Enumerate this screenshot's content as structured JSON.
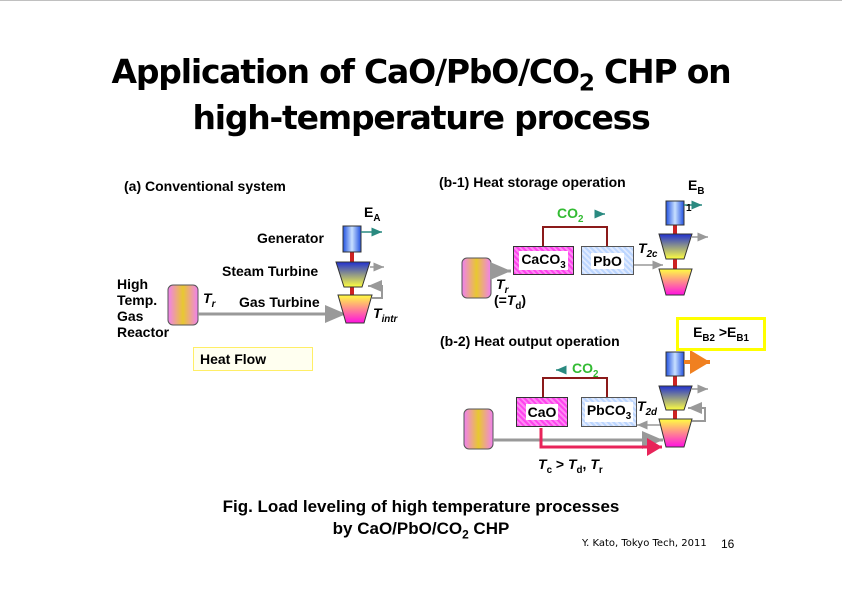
{
  "slide": {
    "title_line1_pre": "Application of CaO/PbO/CO",
    "title_line1_sub": "2",
    "title_line1_post": " CHP on",
    "title_line2": "high-temperature process",
    "footer": "Y. Kato, Tokyo Tech, 2011",
    "page_number": "16"
  },
  "panel_a": {
    "heading": "(a) Conventional system",
    "energy_label": "E",
    "energy_sub": "A",
    "generator": "Generator",
    "steam_turbine": "Steam Turbine",
    "gas_turbine": "Gas Turbine",
    "reactor": [
      "High",
      "Temp.",
      "Gas",
      "Reactor"
    ],
    "tr": "T",
    "tr_sub": "r",
    "tintr": "T",
    "tintr_sub": "intr",
    "legend": "Heat Flow"
  },
  "panel_b1": {
    "heading": "(b-1) Heat storage operation",
    "energy_label": "E",
    "energy_sub": "B",
    "energy_index": "1",
    "co2": "CO",
    "co2_sub": "2",
    "co2_arrow": "→",
    "box_left": "CaCO",
    "box_left_sub": "3",
    "box_right": "PbO",
    "t2c": "T",
    "t2c_sub": "2c",
    "tr": "T",
    "tr_sub": "r",
    "td_pre": "(=",
    "td": "T",
    "td_sub": "d",
    "td_post": ")"
  },
  "panel_b2": {
    "heading": "(b-2) Heat output operation",
    "compare_e1": "E",
    "compare_e1_sub": "B2",
    "compare_op": " >",
    "compare_e2": "E",
    "compare_e2_sub": "B1",
    "co2_arrow": "←",
    "co2": "CO",
    "co2_sub": "2",
    "box_left": "CaO",
    "box_right": "PbCO",
    "box_right_sub": "3",
    "t2d": "T",
    "t2d_sub": "2d",
    "condition_tc": "T",
    "condition_tc_sub": "c",
    "condition_gt": " > ",
    "condition_td": "T",
    "condition_td_sub": "d",
    "condition_comma": ", ",
    "condition_tr": "T",
    "condition_tr_sub": "r"
  },
  "caption": {
    "line1": "Fig. Load leveling of high temperature processes",
    "line2_pre": "by CaO/PbO/CO",
    "line2_sub": "2",
    "line2_post": " CHP"
  },
  "colors": {
    "pink": "#ff44ee",
    "gold": "#e8c830",
    "shaft": "#cc2222",
    "co2_green": "#33bb33",
    "teal_arrow": "#2a8a80",
    "orange_arrow": "#f08020",
    "heat_gray": "#999999",
    "loop_brown": "#8b1a1a",
    "hot_red": "#e8245a",
    "highlight_yellow": "#ffff00"
  }
}
